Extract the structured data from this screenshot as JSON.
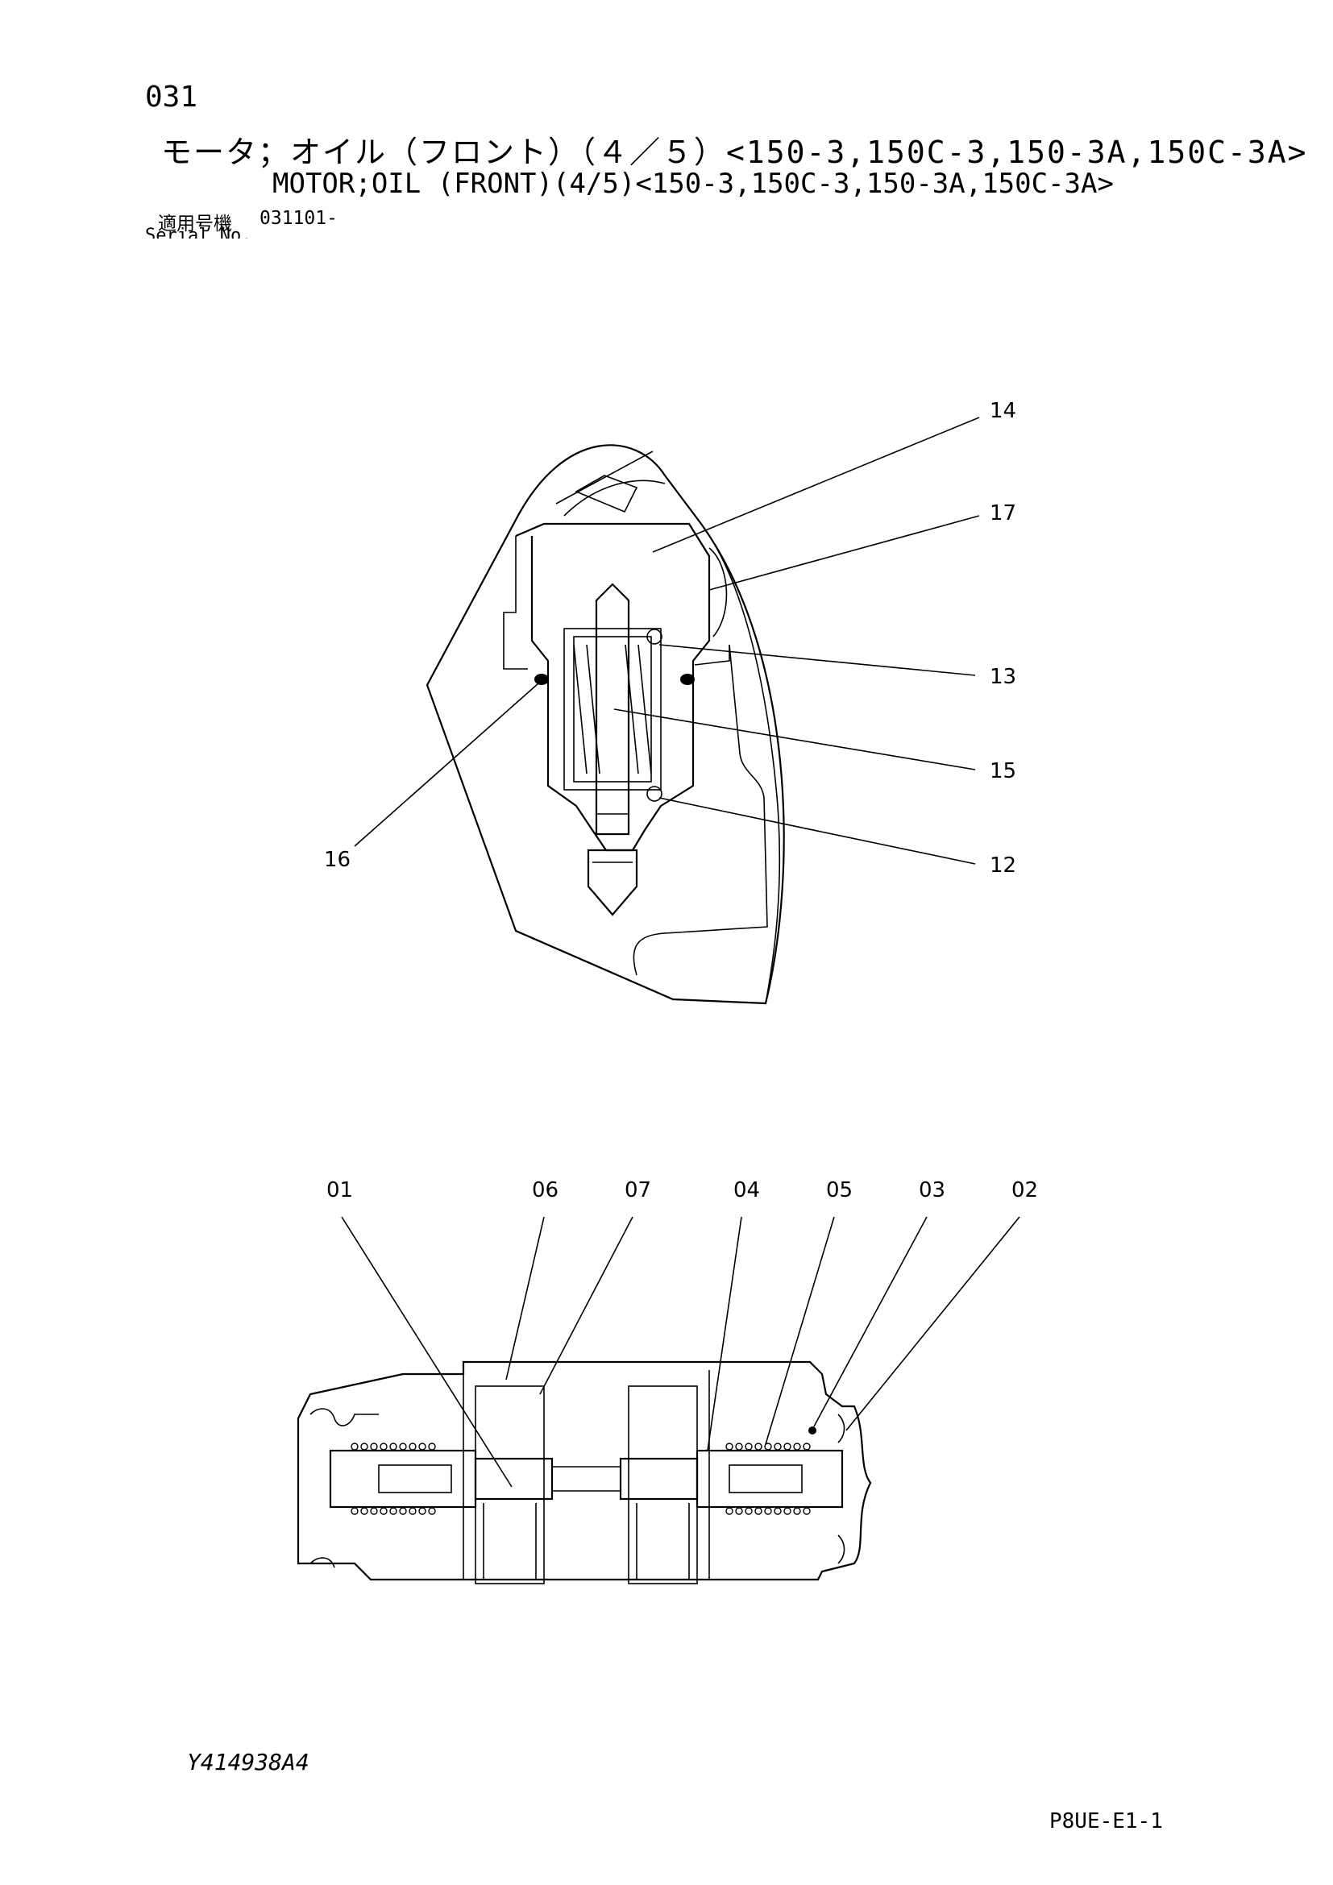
{
  "header": {
    "section_number": "031",
    "title_jp": "モータ；オイル（フロント）（４／５）<150-3,150C-3,150-3A,150C-3A>",
    "title_en": "MOTOR;OIL (FRONT)(4/5)<150-3,150C-3,150-3A,150C-3A>",
    "serial_label": "適用号機",
    "serial_value": "031101-",
    "serial_sublabel": "Serial No."
  },
  "callouts": {
    "upper": {
      "p12": "12",
      "p13": "13",
      "p14": "14",
      "p15": "15",
      "p16": "16",
      "p17": "17"
    },
    "lower": {
      "p01": "01",
      "p02": "02",
      "p03": "03",
      "p04": "04",
      "p05": "05",
      "p06": "06",
      "p07": "07"
    }
  },
  "footer": {
    "doc_id": "Y414938A4",
    "page_code": "P8UE-E1-1"
  }
}
